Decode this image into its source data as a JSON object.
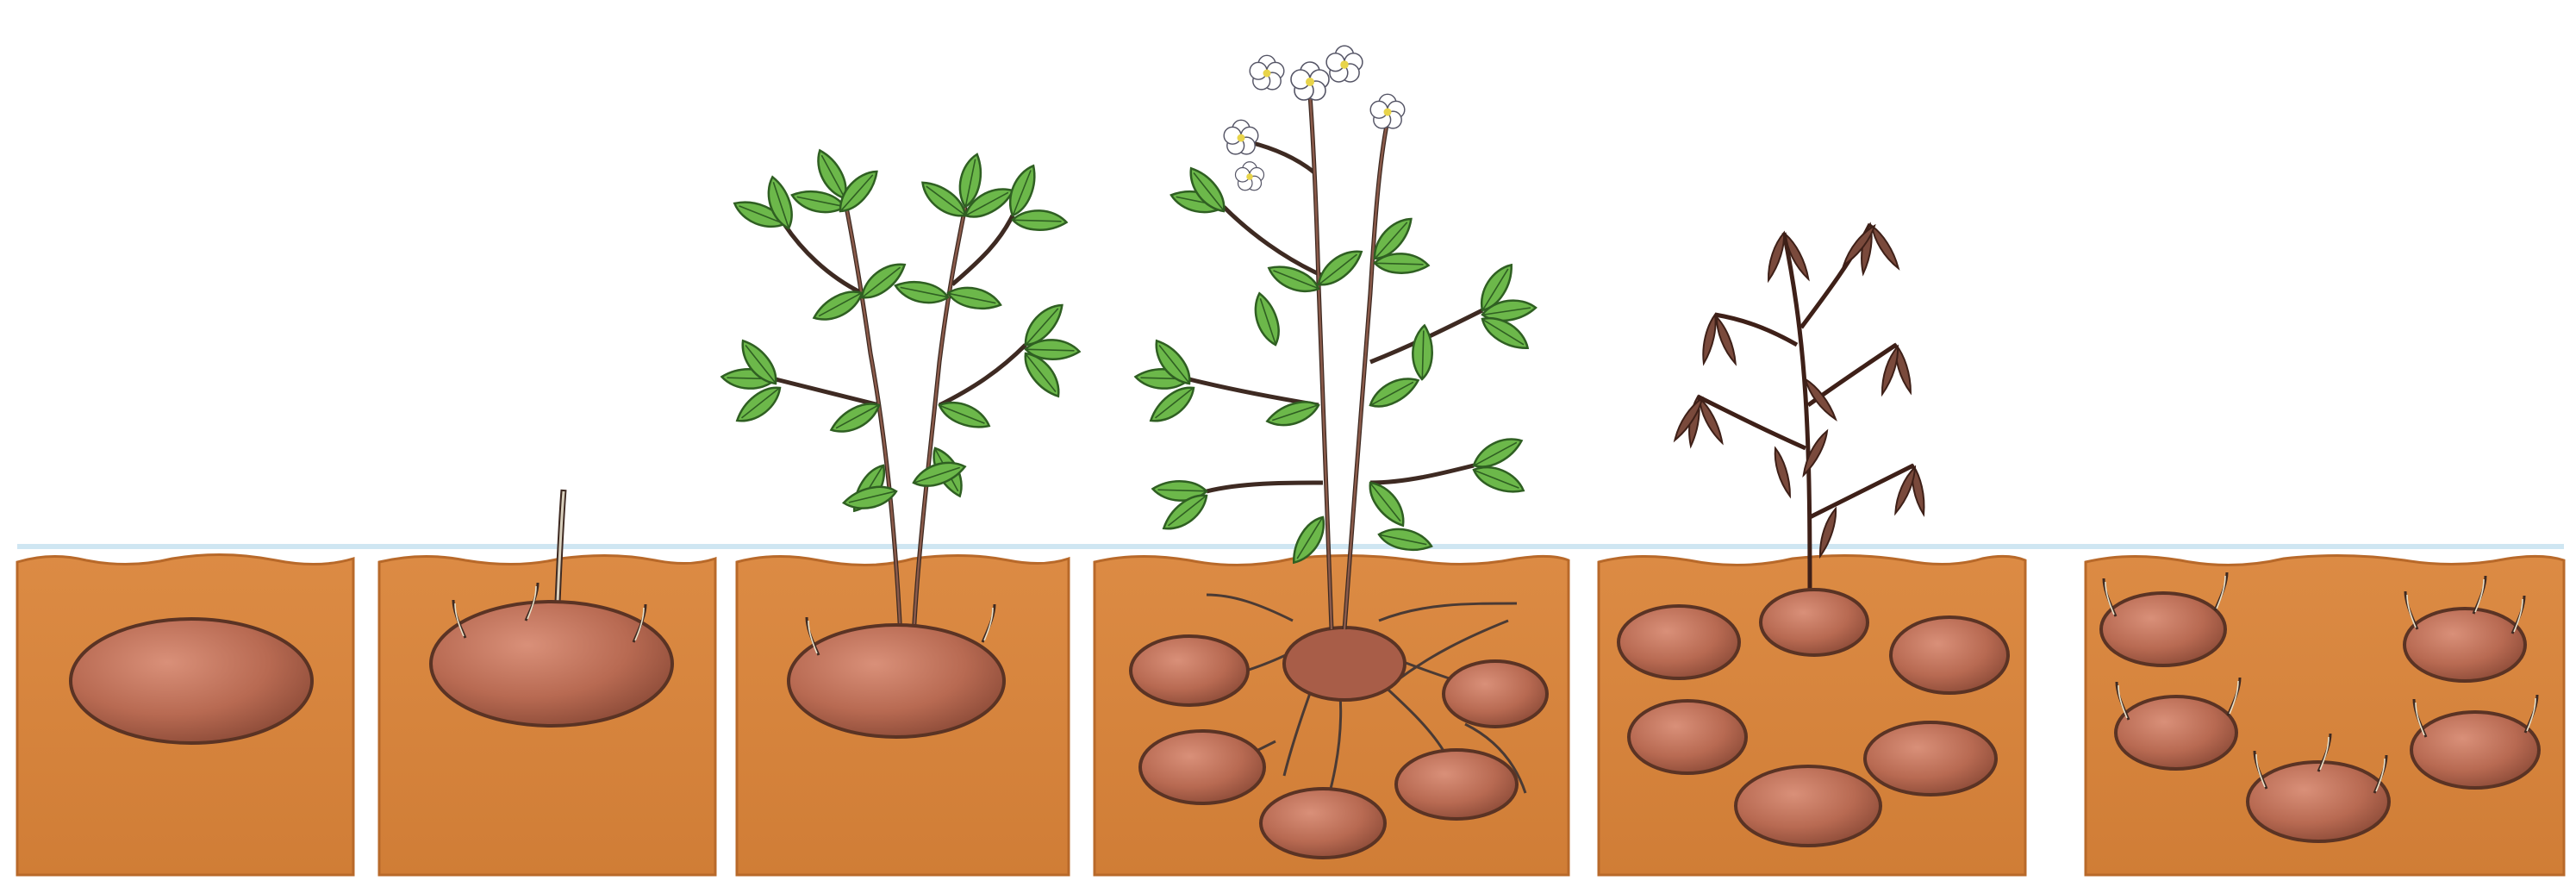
{
  "figure": {
    "panels": [
      {
        "stage": "seed-potato"
      },
      {
        "stage": "sprouting"
      },
      {
        "stage": "leafy-plant"
      },
      {
        "stage": "flowering-with-tubers"
      },
      {
        "stage": "withered-with-tubers"
      },
      {
        "stage": "harvested-sprouting-tubers"
      }
    ],
    "colors": {
      "soil": "#d9873f",
      "soil_dark": "#b8692a",
      "potato": "#b86a52",
      "potato_outline": "#5a3324",
      "leaf": "#6cb84a",
      "leaf_dark": "#3f7f2c",
      "stem": "#8a5a4a",
      "wither": "#7a4a3c",
      "flower": "#ffffff",
      "root": "#4a3a34",
      "ground_line": "#cfe6f2"
    }
  }
}
